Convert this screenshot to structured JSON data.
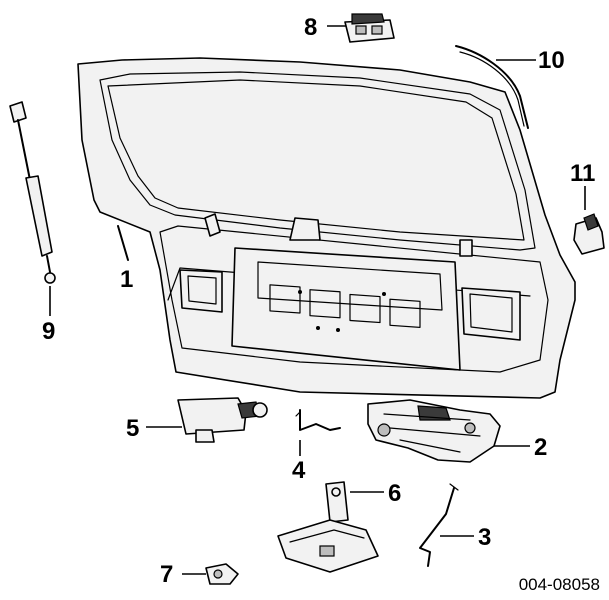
{
  "diagram": {
    "callouts": [
      "1",
      "2",
      "3",
      "4",
      "5",
      "6",
      "7",
      "8",
      "9",
      "10",
      "11"
    ],
    "drawing_code": "004-08058"
  }
}
